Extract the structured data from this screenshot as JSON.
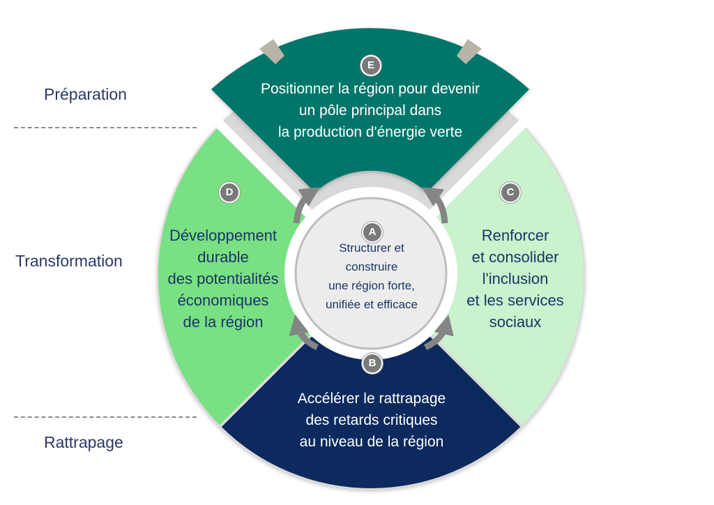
{
  "phases": {
    "preparation": "Préparation",
    "transformation": "Transformation",
    "rattrapage": "Rattrapage"
  },
  "colors": {
    "A": "#ececec",
    "B": "#0d2a5e",
    "C": "#c9f2cd",
    "D": "#79e083",
    "E": "#05766a",
    "arrow": "#858585",
    "text_dark": "#1b3566"
  },
  "segments": {
    "A": {
      "badge": "A",
      "lines": [
        "Structurer et",
        "construire",
        "une région forte,",
        "unifiée et efficace"
      ]
    },
    "B": {
      "badge": "B",
      "lines": [
        "Accélérer le rattrapage",
        "des retards critiques",
        "au niveau de la région"
      ]
    },
    "C": {
      "badge": "C",
      "lines": [
        "Renforcer",
        "et consolider",
        "l'inclusion",
        "et les services",
        "sociaux"
      ]
    },
    "D": {
      "badge": "D",
      "lines": [
        "Développement",
        "durable",
        "des potentialités",
        "économiques",
        "de la région"
      ]
    },
    "E": {
      "badge": "E",
      "lines": [
        "Positionner la région pour devenir",
        "un pôle principal dans",
        "la production d'énergie verte"
      ]
    }
  }
}
